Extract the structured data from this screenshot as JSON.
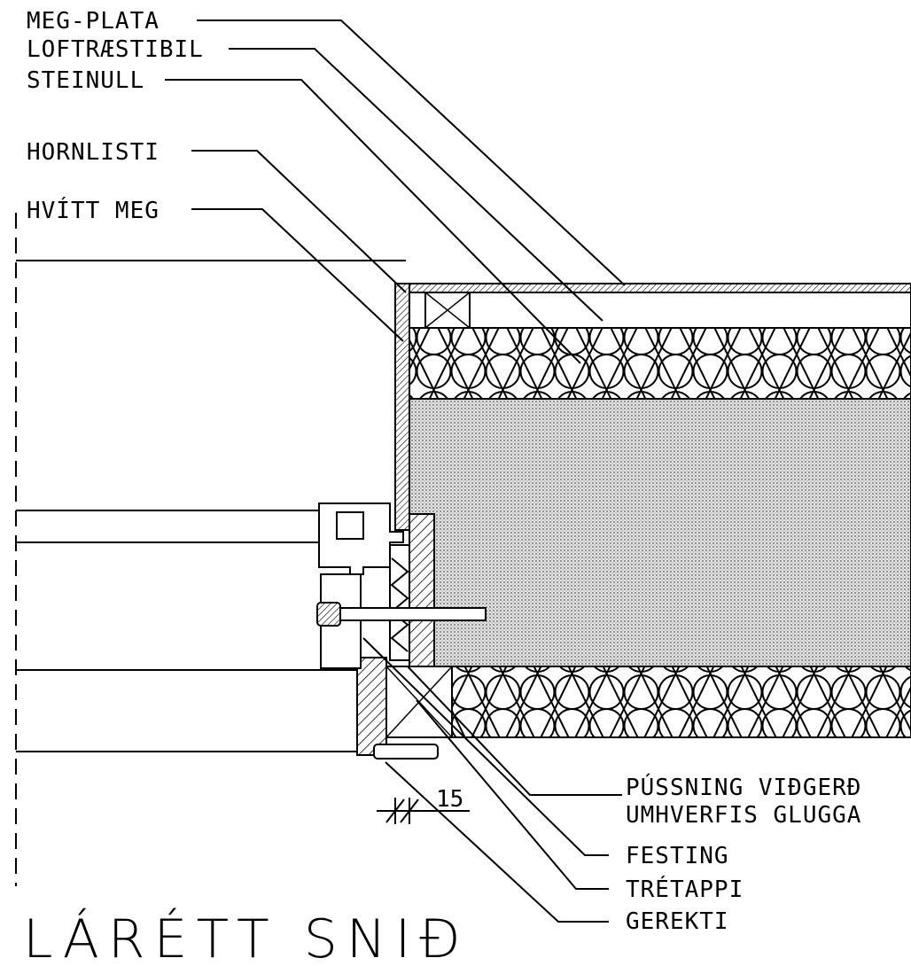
{
  "labels": {
    "meg_plata": "MEG-PLATA",
    "loftraestibil": "LOFTRÆSTIBIL",
    "steinull": "STEINULL",
    "hornlisti": "HORNLISTI",
    "hvitt_meg": "HVÍTT MEG",
    "pussning_1": "PÚSSNING VIÐGERÐ",
    "pussning_2": "UMHVERFIS GLUGGA",
    "festing": "FESTING",
    "tretappi": "TRÉTAPPI",
    "gerekti": "GEREKTI"
  },
  "dimension": {
    "value": "15"
  },
  "title": "LÁRÉTT SNIÐ",
  "colors": {
    "ink": "#000000",
    "paper": "#ffffff",
    "concrete": "#c8c8c8"
  }
}
